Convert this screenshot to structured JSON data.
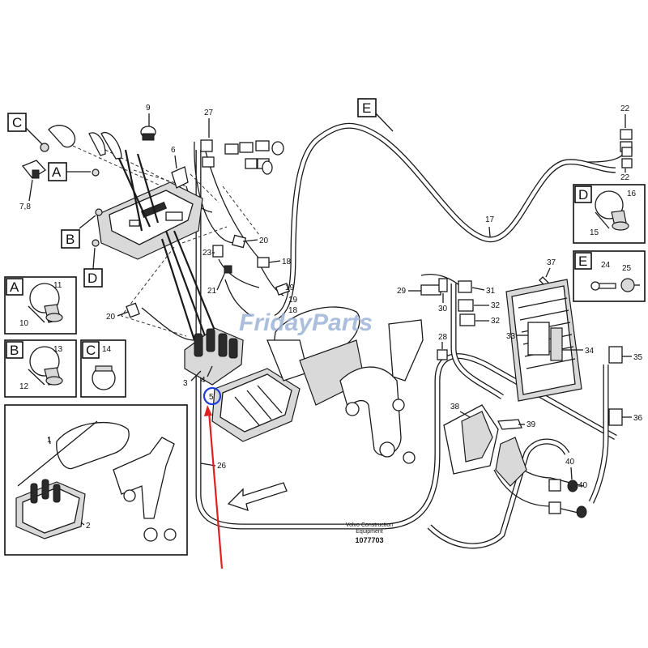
{
  "diagram": {
    "letters": {
      "C": "C",
      "A": "A",
      "B": "B",
      "D": "D",
      "E": "E"
    },
    "insets": {
      "A": {
        "letter": "A",
        "parts": [
          "11",
          "10"
        ]
      },
      "B": {
        "letter": "B",
        "parts": [
          "13",
          "12"
        ]
      },
      "C": {
        "letter": "C",
        "parts": [
          "14"
        ]
      },
      "D": {
        "letter": "D",
        "parts": [
          "16",
          "15"
        ]
      },
      "E": {
        "letter": "E",
        "parts": [
          "24",
          "25"
        ]
      }
    },
    "callouts": {
      "p9": "9",
      "p6": "6",
      "p78": "7,8",
      "p27": "27",
      "p20a": "20",
      "p18a": "18",
      "p23": "23",
      "p21": "21",
      "p19a": "19",
      "p19b": "19",
      "p18b": "18",
      "p20b": "20",
      "p3": "3",
      "p4": "4",
      "p5": "5",
      "p26": "26",
      "p1": "1",
      "p2": "2",
      "p17": "17",
      "p22a": "22",
      "p22b": "22",
      "p37": "37",
      "p29": "29",
      "p30": "30",
      "p31": "31",
      "p32a": "32",
      "p32b": "32",
      "p28": "28",
      "p33": "33",
      "p34": "34",
      "p35": "35",
      "p36": "36",
      "p38": "38",
      "p39": "39",
      "p40a": "40",
      "p40b": "40"
    },
    "watermark": "FridayParts",
    "caption_line1": "Volvo Construction",
    "caption_line2": "Equipment",
    "caption_number": "1077703",
    "highlight_color": "#1f3fd6",
    "arrow_color": "#e02020"
  }
}
